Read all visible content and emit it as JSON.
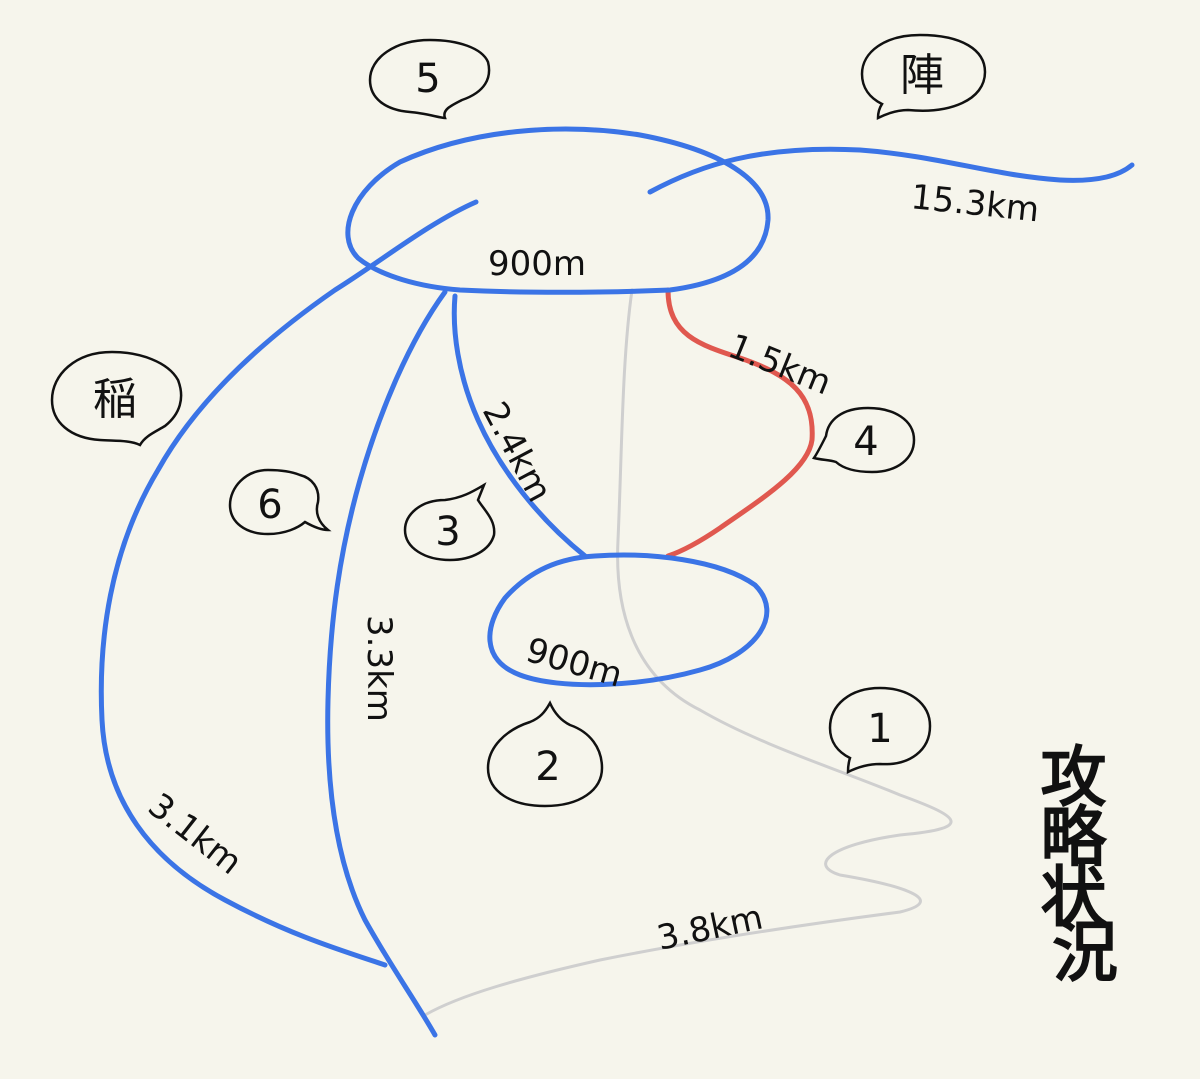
{
  "title": "攻略状況",
  "bubbles": {
    "b5": "5",
    "jin": "陣",
    "ina": "稲",
    "b6": "6",
    "b3": "3",
    "b4": "4",
    "b2": "2",
    "b1": "1"
  },
  "distances": {
    "top_loop": "900m",
    "east_route": "15.3km",
    "red_route": "1.5km",
    "inner_route": "2.4km",
    "middle_route": "3.3km",
    "west_route": "3.1km",
    "bottom_loop": "900m",
    "gray_route": "3.8km"
  },
  "colors": {
    "background": "#f6f5ec",
    "route_blue": "#3b74e6",
    "route_red": "#e0584f",
    "route_gray": "#cfcfcf",
    "ink": "#111111"
  }
}
